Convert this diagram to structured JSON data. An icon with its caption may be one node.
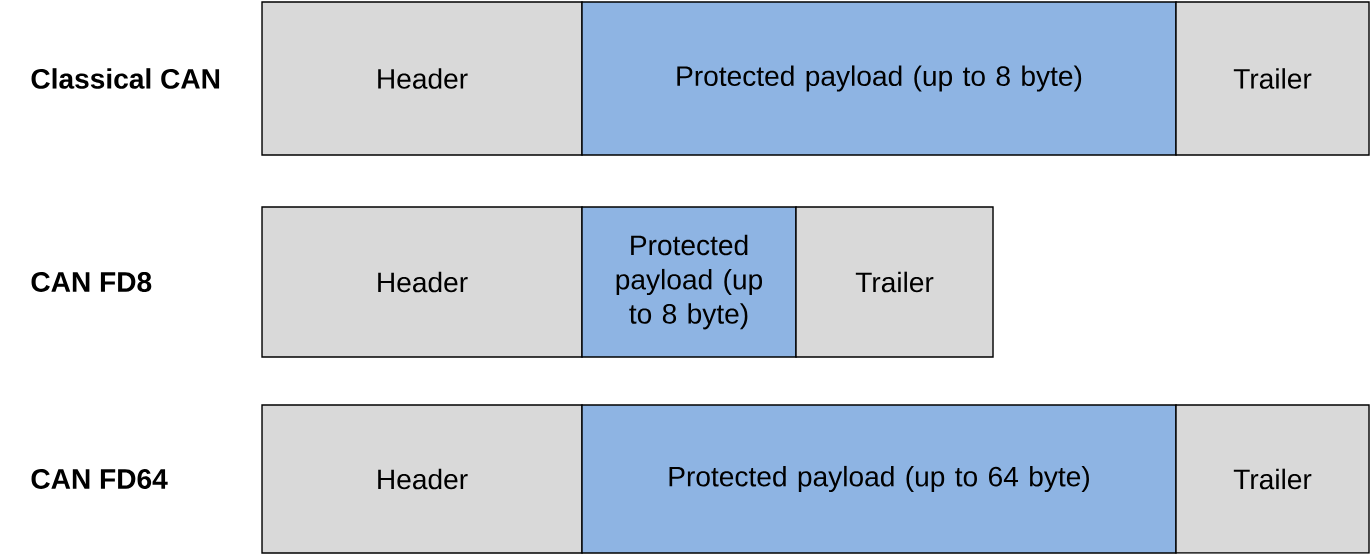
{
  "diagram": {
    "nodes": [
      {
        "text": [
          "Header"
        ]
      },
      {
        "text": [
          "Protected payload (up to 8 byte)"
        ]
      },
      {
        "text": [
          "Trailer"
        ]
      },
      {
        "text": [
          "Header"
        ]
      },
      {
        "text": [
          "Protected payload (up to 8 byte)"
        ]
      },
      {
        "text": [
          "Trailer"
        ]
      },
      {
        "text": [
          "Header"
        ]
      },
      {
        "text": [
          "Protected payload (up to 64 byte)"
        ]
      },
      {
        "text": [
          "Trailer"
        ]
      }
    ],
    "labels": [
      "Classical CAN",
      "CAN FD8",
      "CAN FD64"
    ]
  }
}
